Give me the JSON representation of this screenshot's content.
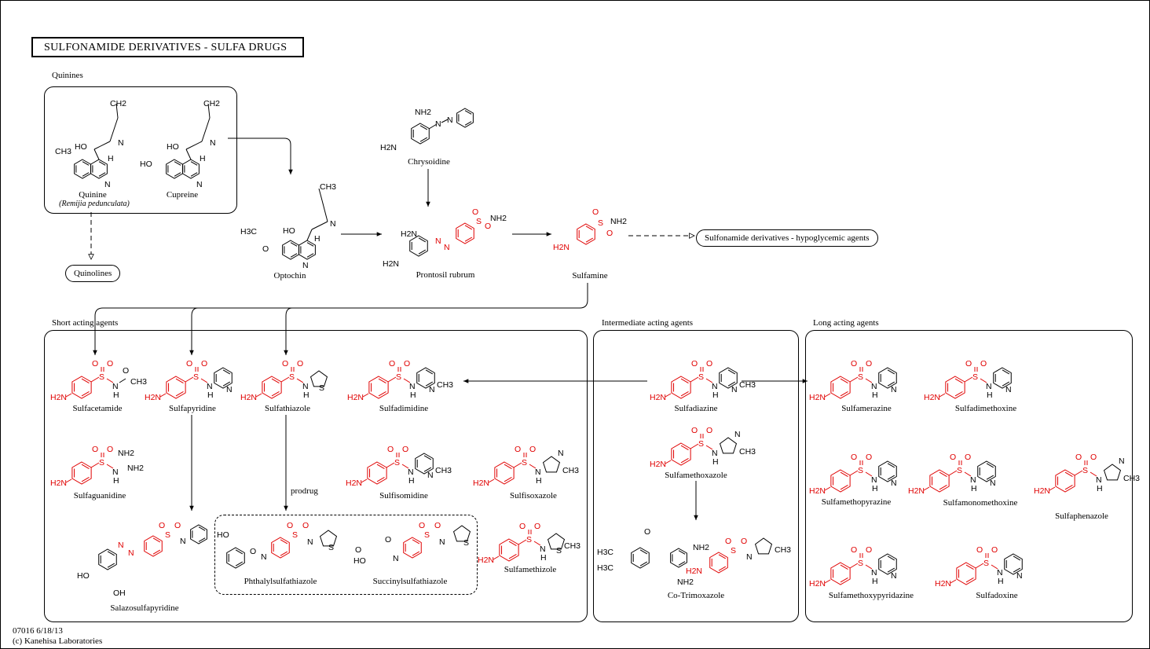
{
  "title": "SULFONAMIDE  DERIVATIVES - SULFA  DRUGS",
  "groups": {
    "quinines": "Quinines",
    "short": "Short acting agents",
    "intermediate": "Intermediate acting agents",
    "long": "Long acting agents"
  },
  "compounds": {
    "quinine": "Quinine",
    "remijia": "(Remijia pedunculata)",
    "cupreine": "Cupreine",
    "optochin": "Optochin",
    "chrysoidine": "Chrysoidine",
    "prontosil": "Prontosil rubrum",
    "sulfamine": "Sulfamine",
    "sulfacetamide": "Sulfacetamide",
    "sulfapyridine": "Sulfapyridine",
    "sulfathiazole": "Sulfathiazole",
    "sulfadimidine": "Sulfadimidine",
    "sulfaguanidine": "Sulfaguanidine",
    "sulfisomidine": "Sulfisomidine",
    "sulfisoxazole": "Sulfisoxazole",
    "salazosulfapyridine": "Salazosulfapyridine",
    "phthalylsulfathiazole": "Phthalylsulfathiazole",
    "succinylsulfathiazole": "Succinylsulfathiazole",
    "sulfamethizole": "Sulfamethizole",
    "sulfadiazine": "Sulfadiazine",
    "sulfamethoxazole": "Sulfamethoxazole",
    "cotrimoxazole": "Co-Trimoxazole",
    "sulfamerazine": "Sulfamerazine",
    "sulfadimethoxine": "Sulfadimethoxine",
    "sulfamethopyrazine": "Sulfamethopyrazine",
    "sulfamonomethoxine": "Sulfamonomethoxine",
    "sulfaphenazole": "Sulfaphenazole",
    "sulfamethoxypyridazine": "Sulfamethoxypyridazine",
    "sulfadoxine": "Sulfadoxine"
  },
  "links": {
    "quinolines": "Quinolines",
    "hypoglycemic": "Sulfonamide derivatives - hypoglycemic agents"
  },
  "annotations": {
    "prodrug": "prodrug"
  },
  "atoms": {
    "h2n": "H2N",
    "nh2": "NH2",
    "s": "S",
    "o": "O",
    "h": "H",
    "n": "N",
    "ho": "HO",
    "ch3": "CH3",
    "ch2": "CH2",
    "h3c": "H3C",
    "oh": "OH"
  },
  "colors": {
    "highlight": "#e00000",
    "line": "#000000"
  },
  "footer": {
    "id": "07016 6/18/13",
    "copyright": "(c) Kanehisa Laboratories"
  }
}
